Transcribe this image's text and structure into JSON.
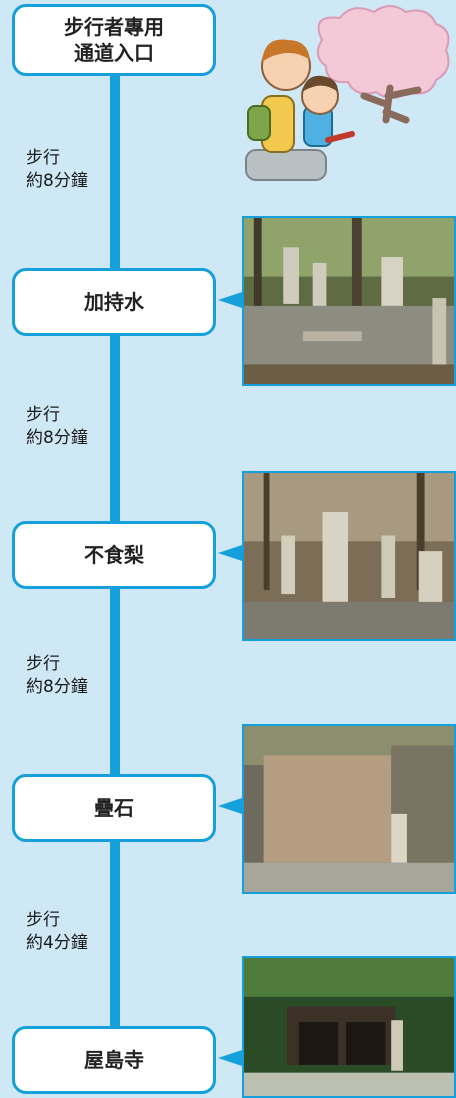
{
  "nodes": [
    {
      "lines": [
        "步行者專用",
        "通道入口"
      ]
    },
    {
      "label": "加持水"
    },
    {
      "label": "不食梨"
    },
    {
      "label": "疊石"
    },
    {
      "label": "屋島寺"
    }
  ],
  "steps": [
    {
      "line1": "步行",
      "line2": "約8分鐘"
    },
    {
      "line1": "步行",
      "line2": "約8分鐘"
    },
    {
      "line1": "步行",
      "line2": "約8分鐘"
    },
    {
      "line1": "步行",
      "line2": "約4分鐘"
    }
  ],
  "colors": {
    "accent": "#15a0db",
    "background": "#cfe8f6",
    "node_fill": "#ffffff"
  }
}
